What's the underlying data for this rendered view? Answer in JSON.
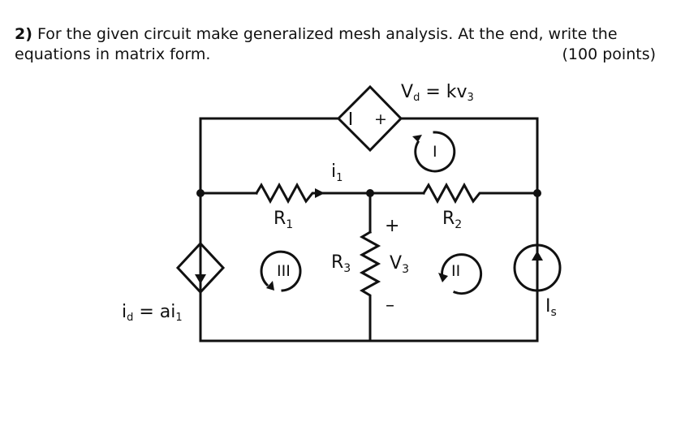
{
  "question": {
    "number": "2)",
    "text": "For the given circuit make generalized mesh analysis. At the end, write the",
    "text_line2": "equations in matrix form.",
    "points": "(100 points)"
  },
  "circuit": {
    "dependent_voltage_label": "V",
    "dependent_voltage_sub": "d",
    "dependent_voltage_expr": " = kv",
    "dependent_voltage_expr_sub": "3",
    "dependent_current_label": "i",
    "dependent_current_sub": "d",
    "dependent_current_expr": " = ai",
    "dependent_current_expr_sub": "1",
    "r1_label": "R",
    "r1_sub": "1",
    "r2_label": "R",
    "r2_sub": "2",
    "r3_label": "R",
    "r3_sub": "3",
    "v3_label": "V",
    "v3_sub": "3",
    "i1_label": "i",
    "i1_sub": "1",
    "is_label": "I",
    "is_sub": "s",
    "mesh_1": "I",
    "mesh_2": "II",
    "mesh_3": "III",
    "plus": "+",
    "minus": "–",
    "minus_bar": "|"
  }
}
